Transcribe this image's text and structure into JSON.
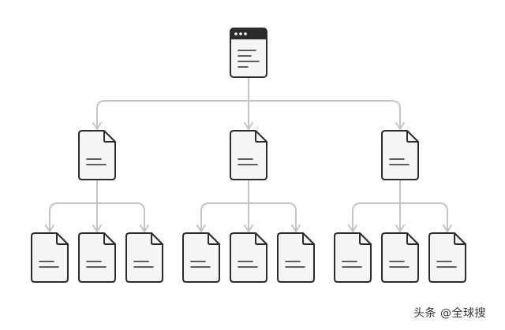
{
  "diagram": {
    "kind": "tree",
    "root": {
      "name": "window-page",
      "icon": "browser-window-icon"
    },
    "levels": [
      {
        "level": 1,
        "nodes": [
          "document-1",
          "document-2",
          "document-3"
        ],
        "icon": "document-icon"
      },
      {
        "level": 2,
        "nodes": [
          "document-1-1",
          "document-1-2",
          "document-1-3",
          "document-2-1",
          "document-2-2",
          "document-2-3",
          "document-3-1",
          "document-3-2",
          "document-3-3"
        ],
        "icon": "document-icon"
      }
    ],
    "colors": {
      "connector": "#c4c4c4",
      "icon_stroke": "#2b2b2b",
      "icon_fill": "#f5f5f5",
      "line_text": "#2b2b2b"
    }
  },
  "watermark": {
    "text": "头条 @全球搜"
  }
}
